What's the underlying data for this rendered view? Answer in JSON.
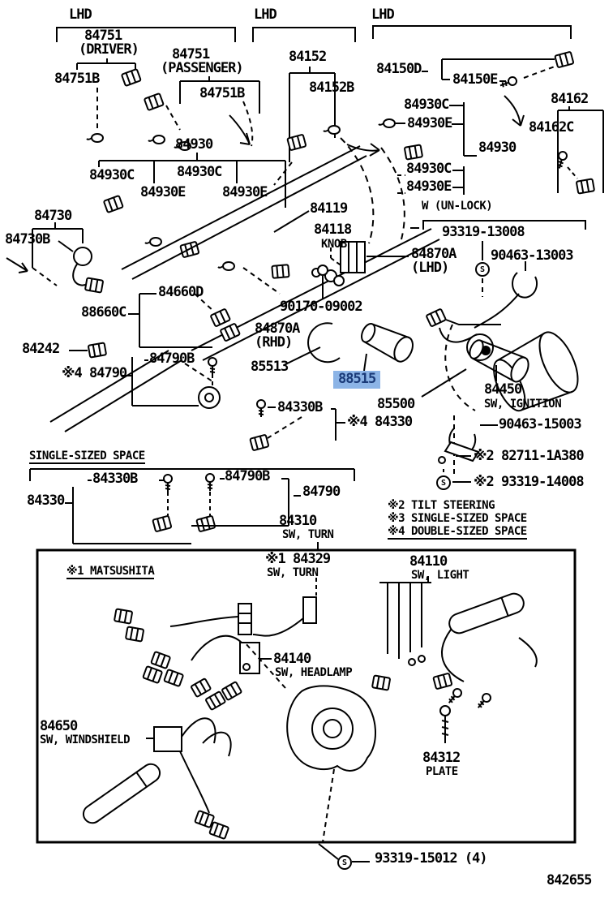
{
  "meta": {
    "drawing_number": "842655"
  },
  "symbols": {
    "circle_s": "S"
  },
  "highlight": {
    "part": "88515",
    "bg_color": "#8cb4e6",
    "text_color": "#1a3a78"
  },
  "labels": [
    {
      "text": "LHD"
    },
    {
      "text": "84751"
    },
    {
      "text": "(DRIVER)"
    },
    {
      "text": "84751B"
    },
    {
      "text": "84751"
    },
    {
      "text": "(PASSENGER)"
    },
    {
      "text": "84751B"
    },
    {
      "text": "LHD"
    },
    {
      "text": "84152"
    },
    {
      "text": "84152B"
    },
    {
      "text": "LHD"
    },
    {
      "text": "84150D"
    },
    {
      "text": "84150E"
    },
    {
      "text": "84162"
    },
    {
      "text": "84162C"
    },
    {
      "text": "84930C"
    },
    {
      "text": "84930E"
    },
    {
      "text": "84930"
    },
    {
      "text": "84930C"
    },
    {
      "text": "84930E"
    },
    {
      "text": "84930"
    },
    {
      "text": "84930C"
    },
    {
      "text": "84930C"
    },
    {
      "text": "84930E"
    },
    {
      "text": "84930E"
    },
    {
      "text": "84730"
    },
    {
      "text": "84730B"
    },
    {
      "text": "84119"
    },
    {
      "text": "84118"
    },
    {
      "text": "KNOB"
    },
    {
      "text": "W (UN-LOCK)"
    },
    {
      "text": "93319-13008"
    },
    {
      "text": "84870A"
    },
    {
      "text": "(LHD)"
    },
    {
      "text": "90463-13003"
    },
    {
      "text": "84660D"
    },
    {
      "text": "88660C"
    },
    {
      "text": "90170-09002"
    },
    {
      "text": "84870A"
    },
    {
      "text": "(RHD)"
    },
    {
      "text": "85513"
    },
    {
      "text": "88515"
    },
    {
      "text": "85500"
    },
    {
      "text": "84330B"
    },
    {
      "text": "※4 84330"
    },
    {
      "text": "84450"
    },
    {
      "text": "SW, IGNITION"
    },
    {
      "text": "90463-15003"
    },
    {
      "text": "※2 82711-1A380"
    },
    {
      "text": "※2 93319-14008"
    },
    {
      "text": "※2 TILT STEERING"
    },
    {
      "text": "※3 SINGLE-SIZED SPACE"
    },
    {
      "text": "※4 DOUBLE-SIZED SPACE"
    },
    {
      "text": "84242"
    },
    {
      "text": "84790B"
    },
    {
      "text": "※4 84790"
    },
    {
      "text": "SINGLE-SIZED SPACE"
    },
    {
      "text": "84330B"
    },
    {
      "text": "84790B"
    },
    {
      "text": "84790"
    },
    {
      "text": "84330"
    },
    {
      "text": "84310"
    },
    {
      "text": "SW, TURN"
    },
    {
      "text": "※1 MATSUSHITA"
    },
    {
      "text": "※1 84329"
    },
    {
      "text": "SW, TURN"
    },
    {
      "text": "84110"
    },
    {
      "text": "SW, LIGHT"
    },
    {
      "text": "84140"
    },
    {
      "text": "SW, HEADLAMP"
    },
    {
      "text": "84650"
    },
    {
      "text": "SW, WINDSHIELD"
    },
    {
      "text": "84312"
    },
    {
      "text": "PLATE"
    },
    {
      "text": "93319-15012 (4)"
    },
    {
      "text": "842655"
    }
  ]
}
